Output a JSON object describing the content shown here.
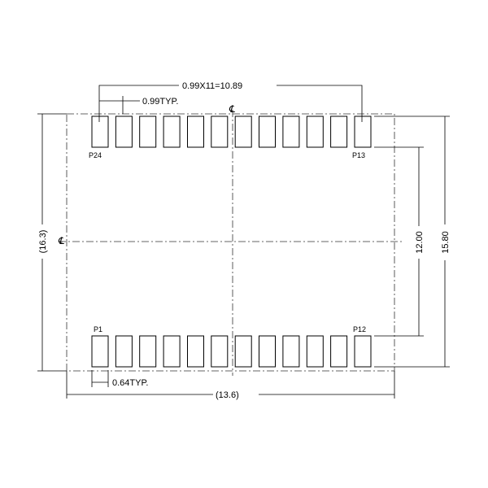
{
  "drawing": {
    "pad_count_per_row": 12,
    "top_row": {
      "first_label": "P24",
      "last_label": "P13"
    },
    "bottom_row": {
      "first_label": "P1",
      "last_label": "P12"
    },
    "centerline_symbol": "℄",
    "dimensions": {
      "pitch_total": "0.99X11=10.89",
      "pitch": "0.99TYP.",
      "pad_width": "0.64TYP.",
      "overall_width": "(13.6)",
      "overall_height": "(16.3)",
      "row_inner_span": "12.00",
      "row_outer_span": "15.80"
    },
    "colors": {
      "line": "#000000",
      "background": "#ffffff"
    }
  }
}
